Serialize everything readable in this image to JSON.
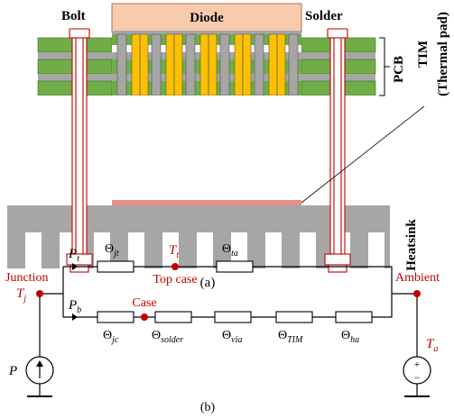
{
  "panel_a": {
    "caption": "(a)",
    "labels": {
      "bolt": "Bolt",
      "diode": "Diode",
      "solder": "Solder",
      "pcb": "PCB",
      "tim": "TIM",
      "thermal_pad": "(Thermal pad)",
      "heatsink": "Heatsink"
    }
  },
  "panel_b": {
    "caption": "(b)",
    "nodes": {
      "junction": "Junction",
      "tj": "T",
      "tj_sub": "j",
      "top_case": "Top case",
      "tt": "T",
      "tt_sub": "t",
      "case": "Case",
      "ambient": "Ambient",
      "ta": "T",
      "ta_sub": "a"
    },
    "flows": {
      "pt": "P",
      "pt_sub": "t",
      "pb": "P",
      "pb_sub": "b",
      "p": "P"
    },
    "resistors": {
      "jt": "jt",
      "ta": "ta",
      "jc": "jc",
      "solder": "solder",
      "via": "via",
      "tim": "TIM",
      "ha": "ha"
    },
    "theta": "Θ",
    "source_plus": "+",
    "source_minus": "−"
  },
  "colors": {
    "diode_fill": "#f8cbad",
    "pcb_fill": "#70ad47",
    "via_fill": "#ffc000",
    "gray_fill": "#a6a6a6",
    "heatsink_fill": "#a6a6a6",
    "bolt_stroke": "#c00000",
    "solder_fill": "#e6908a",
    "node_red": "#c00000"
  }
}
